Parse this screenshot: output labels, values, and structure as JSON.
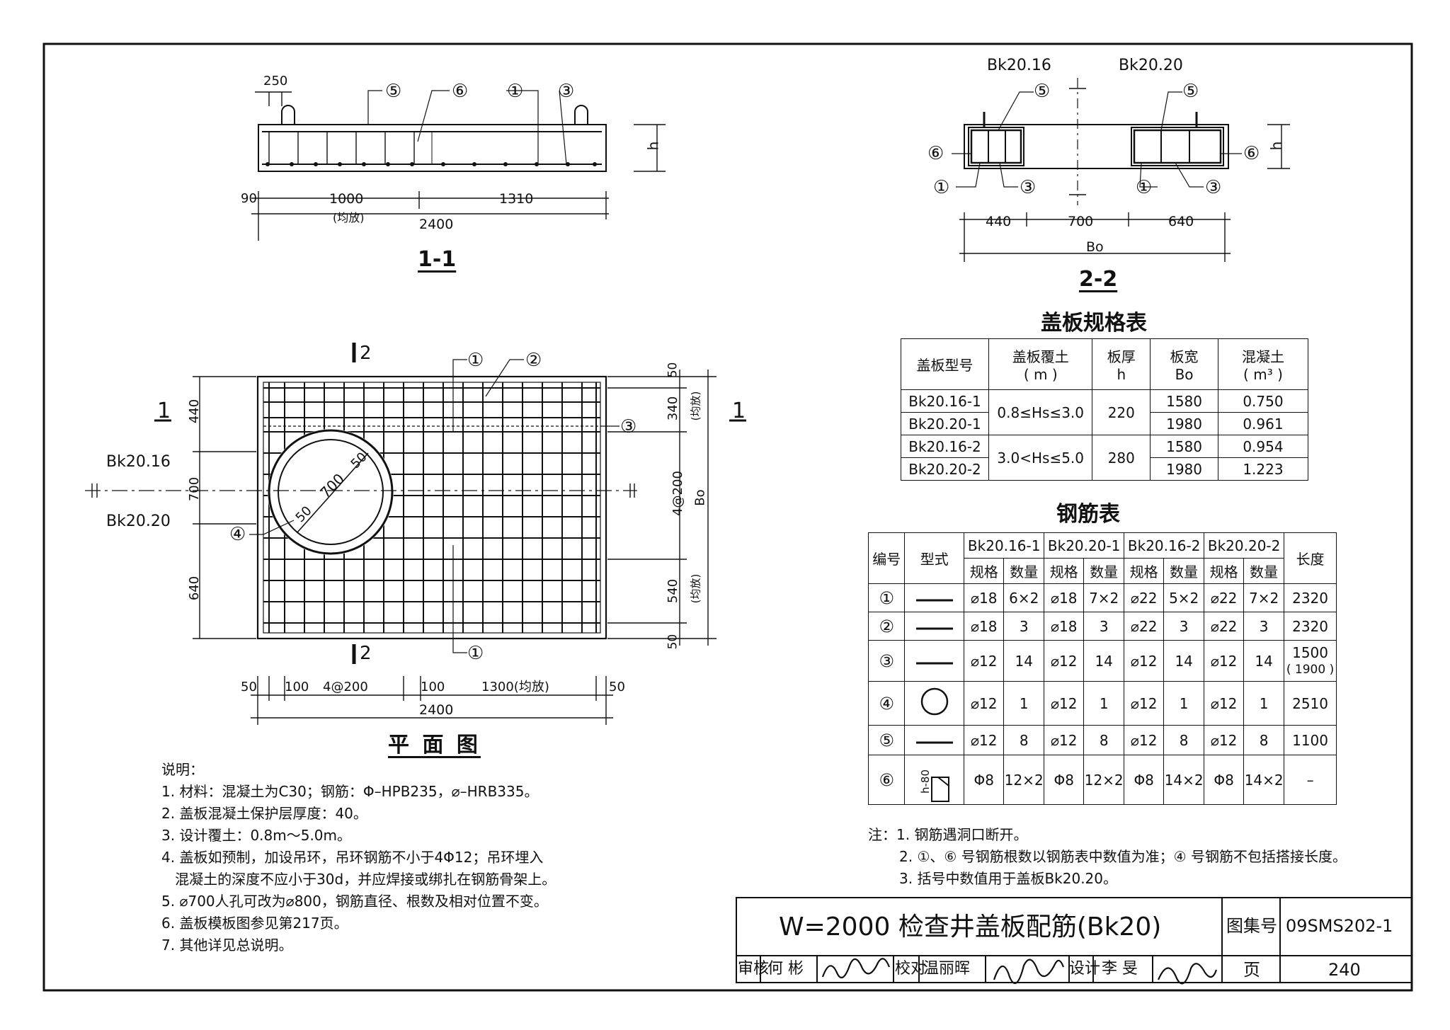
{
  "section_1_1": {
    "title": "1-1",
    "dims": {
      "d250": "250",
      "d90": "90",
      "d1000": "1000",
      "d1000_note": "(均放)",
      "d1310": "1310",
      "d2400": "2400",
      "h": "h"
    },
    "callouts": [
      "⑤",
      "⑥",
      "①",
      "③"
    ]
  },
  "section_2_2": {
    "title": "2-2",
    "label_left": "Bk20.16",
    "label_right": "Bk20.20",
    "dims": {
      "d440": "440",
      "d700": "700",
      "d640": "640",
      "bo": "Bo",
      "h": "h"
    },
    "callouts": {
      "c5a": "⑤",
      "c5b": "⑤",
      "c6a": "⑥",
      "c6b": "⑥",
      "c1a": "①",
      "c3a": "③",
      "c1b": "①",
      "c3b": "③"
    }
  },
  "plan": {
    "title": "平 面 图",
    "cut_2_top": "2",
    "cut_2_bottom": "2",
    "cut_1_left": "1",
    "cut_1_right": "1",
    "bk16": "Bk20.16",
    "bk20": "Bk20.20",
    "hole_700": "700",
    "hole_50a": "50",
    "hole_50b": "50",
    "left_dims": {
      "d440": "440",
      "d700": "700",
      "d640": "640"
    },
    "right_dims": {
      "d50a": "50",
      "d340": "340",
      "d340n": "(均放)",
      "d4at200": "4@200",
      "d540": "540",
      "d540n": "(均放)",
      "d50b": "50",
      "bo": "Bo"
    },
    "bottom_dims": {
      "d50a": "50",
      "d100a": "100",
      "d4at200": "4@200",
      "d100b": "100",
      "d1300": "1300(均放)",
      "d50b": "50",
      "d2400": "2400"
    },
    "callouts": {
      "c1a": "①",
      "c2": "②",
      "c3": "③",
      "c4": "④",
      "c1b": "①"
    }
  },
  "spec_table": {
    "title": "盖板规格表",
    "headers": [
      [
        "盖板型号"
      ],
      [
        "盖板覆土",
        "( m )"
      ],
      [
        "板厚",
        "h"
      ],
      [
        "板宽",
        "Bo"
      ],
      [
        "混凝土",
        "( m³ )"
      ]
    ],
    "rows": [
      {
        "model": "Bk20.16-1",
        "cover": "0.8≤Hs≤3.0",
        "h": "220",
        "b": "1580",
        "v": "0.750"
      },
      {
        "model": "Bk20.20-1",
        "b": "1980",
        "v": "0.961"
      },
      {
        "model": "Bk20.16-2",
        "cover": "3.0<Hs≤5.0",
        "h": "280",
        "b": "1580",
        "v": "0.954"
      },
      {
        "model": "Bk20.20-2",
        "b": "1980",
        "v": "1.223"
      }
    ]
  },
  "rebar_table": {
    "title": "钢筋表",
    "h_num": "编号",
    "h_type": "型式",
    "h_len": "长度",
    "groups": [
      "Bk20.16-1",
      "Bk20.20-1",
      "Bk20.16-2",
      "Bk20.20-2"
    ],
    "sub": [
      "规格",
      "数量"
    ],
    "rows": [
      {
        "no": "①",
        "cells": [
          "⌀18",
          "6×2",
          "⌀18",
          "7×2",
          "⌀22",
          "5×2",
          "⌀22",
          "7×2"
        ],
        "len": "2320"
      },
      {
        "no": "②",
        "cells": [
          "⌀18",
          "3",
          "⌀18",
          "3",
          "⌀22",
          "3",
          "⌀22",
          "3"
        ],
        "len": "2320"
      },
      {
        "no": "③",
        "cells": [
          "⌀12",
          "14",
          "⌀12",
          "14",
          "⌀12",
          "14",
          "⌀12",
          "14"
        ],
        "len": "1500",
        "len2": "( 1900 )"
      },
      {
        "no": "④",
        "cells": [
          "⌀12",
          "1",
          "⌀12",
          "1",
          "⌀12",
          "1",
          "⌀12",
          "1"
        ],
        "len": "2510"
      },
      {
        "no": "⑤",
        "cells": [
          "⌀12",
          "8",
          "⌀12",
          "8",
          "⌀12",
          "8",
          "⌀12",
          "8"
        ],
        "len": "1100"
      },
      {
        "no": "⑥",
        "cells": [
          "Φ8",
          "12×2",
          "Φ8",
          "12×2",
          "Φ8",
          "14×2",
          "Φ8",
          "14×2"
        ],
        "len": "–"
      }
    ],
    "stirrup_label": "h-80"
  },
  "table_notes": [
    "注：1. 钢筋遇洞口断开。",
    "2. ①、⑥ 号钢筋根数以钢筋表中数值为准；④ 号钢筋不包括搭接长度。",
    "3. 括号中数值用于盖板Bk20.20。"
  ],
  "notes": [
    "说明：",
    "1. 材料：混凝土为C30；钢筋：Φ–HPB235，⌀–HRB335。",
    "2. 盖板混凝土保护层厚度：40。",
    "3. 设计覆土：0.8m～5.0m。",
    "4. 盖板如预制，加设吊环，吊环钢筋不小于4Φ12；吊环埋入",
    "   混凝土的深度不应小于30d，并应焊接或绑扎在钢筋骨架上。",
    "5. ⌀700人孔可改为⌀800，钢筋直径、根数及相对位置不变。",
    "6. 盖板模板图参见第217页。",
    "7. 其他详见总说明。"
  ],
  "title_block": {
    "title": "W=2000  检查井盖板配筋(Bk20)",
    "atlas_label": "图集号",
    "atlas_no": "09SMS202-1",
    "review_label": "审核",
    "reviewer": "何 彬",
    "check_label": "校对",
    "checker": "温丽晖",
    "design_label": "设计",
    "designer": "李 旻",
    "page_label": "页",
    "page_no": "240"
  }
}
